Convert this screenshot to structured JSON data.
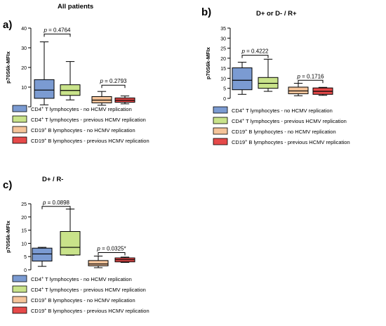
{
  "chart_data": [
    {
      "panel_label": "a)",
      "title": "All patients",
      "type": "box",
      "ylabel": "p70S6k-MFIx",
      "ylim": [
        0,
        40
      ],
      "yticks": [
        0,
        10,
        20,
        30,
        40
      ],
      "series": [
        {
          "name": "CD4⁺ T lymphocytes - no HCMV replication",
          "color": "#7b9bd2",
          "min": 1,
          "q1": 4.3,
          "median": 8.5,
          "q3": 13.8,
          "max": 33
        },
        {
          "name": "CD4⁺ T lymphocytes - previous HCMV replication",
          "color": "#c9e38a",
          "min": 3.5,
          "q1": 5.8,
          "median": 8.3,
          "q3": 11.2,
          "max": 23
        },
        {
          "name": "CD19⁺ B lymphocytes - no HCMV replication",
          "color": "#f5c49a",
          "min": 0.8,
          "q1": 2.0,
          "median": 3.4,
          "q3": 5.2,
          "max": 7.8
        },
        {
          "name": "CD19⁺ B lymphocytes - previous HCMV replication",
          "color": "#e64a4a",
          "min": 1.5,
          "q1": 2.3,
          "median": 3.3,
          "q3": 4.5,
          "max": 5.5
        }
      ],
      "comparisons": [
        {
          "a": 0,
          "b": 1,
          "label": "p = 0.4764",
          "y": 37
        },
        {
          "a": 2,
          "b": 3,
          "label": "p = 0.2793",
          "y": 11
        }
      ]
    },
    {
      "panel_label": "b)",
      "title": "D+ or D- / R+",
      "type": "box",
      "ylabel": "p70S6k-MFIx",
      "ylim": [
        0,
        35
      ],
      "yticks": [
        0,
        5,
        10,
        15,
        20,
        25,
        30,
        35
      ],
      "series": [
        {
          "name": "CD4⁺ T lymphocytes - no HCMV replication",
          "color": "#7b9bd2",
          "min": 2,
          "q1": 4.3,
          "median": 9,
          "q3": 15.2,
          "max": 18
        },
        {
          "name": "CD4⁺ T lymphocytes - previous HCMV replication",
          "color": "#c9e38a",
          "min": 3.5,
          "q1": 5,
          "median": 7.5,
          "q3": 10.4,
          "max": 19.5
        },
        {
          "name": "CD19⁺ B lymphocytes - no HCMV replication",
          "color": "#f5c49a",
          "min": 1.3,
          "q1": 2.3,
          "median": 3.7,
          "q3": 5.6,
          "max": 7.5
        },
        {
          "name": "CD19⁺ B lymphocytes - previous HCMV replication",
          "color": "#e64a4a",
          "min": 1.5,
          "q1": 2,
          "median": 3.5,
          "q3": 5.2,
          "max": 5.5
        }
      ],
      "comparisons": [
        {
          "a": 0,
          "b": 1,
          "label": "p = 0.4222",
          "y": 21.5
        },
        {
          "a": 2,
          "b": 3,
          "label": "p = 0.1716",
          "y": 9
        }
      ]
    },
    {
      "panel_label": "c)",
      "title": "D+ / R-",
      "type": "box",
      "ylabel": "p70S6k-MFIx",
      "ylim": [
        0,
        25
      ],
      "yticks": [
        0,
        5,
        10,
        15,
        20,
        25
      ],
      "series": [
        {
          "name": "CD4⁺ T lymphocytes - no HCMV replication",
          "color": "#7b9bd2",
          "min": 1.3,
          "q1": 3.3,
          "median": 6,
          "q3": 8.2,
          "max": 8.5
        },
        {
          "name": "CD4⁺ T lymphocytes - previous HCMV replication",
          "color": "#c9e38a",
          "min": 5.5,
          "q1": 5.6,
          "median": 8.5,
          "q3": 14.5,
          "max": 23
        },
        {
          "name": "CD19⁺ B lymphocytes - no HCMV replication",
          "color": "#f5c49a",
          "min": 0.8,
          "q1": 1.5,
          "median": 2.2,
          "q3": 3.5,
          "max": 5.2
        },
        {
          "name": "CD19⁺ B lymphocytes - previous HCMV replication",
          "color": "#e64a4a",
          "min": 2.8,
          "q1": 3,
          "median": 3.8,
          "q3": 4.5,
          "max": 4.8
        }
      ],
      "comparisons": [
        {
          "a": 0,
          "b": 1,
          "label": "p = 0.0898",
          "y": 24
        },
        {
          "a": 2,
          "b": 3,
          "label": "p = 0.0325*",
          "y": 6.5
        }
      ]
    }
  ]
}
